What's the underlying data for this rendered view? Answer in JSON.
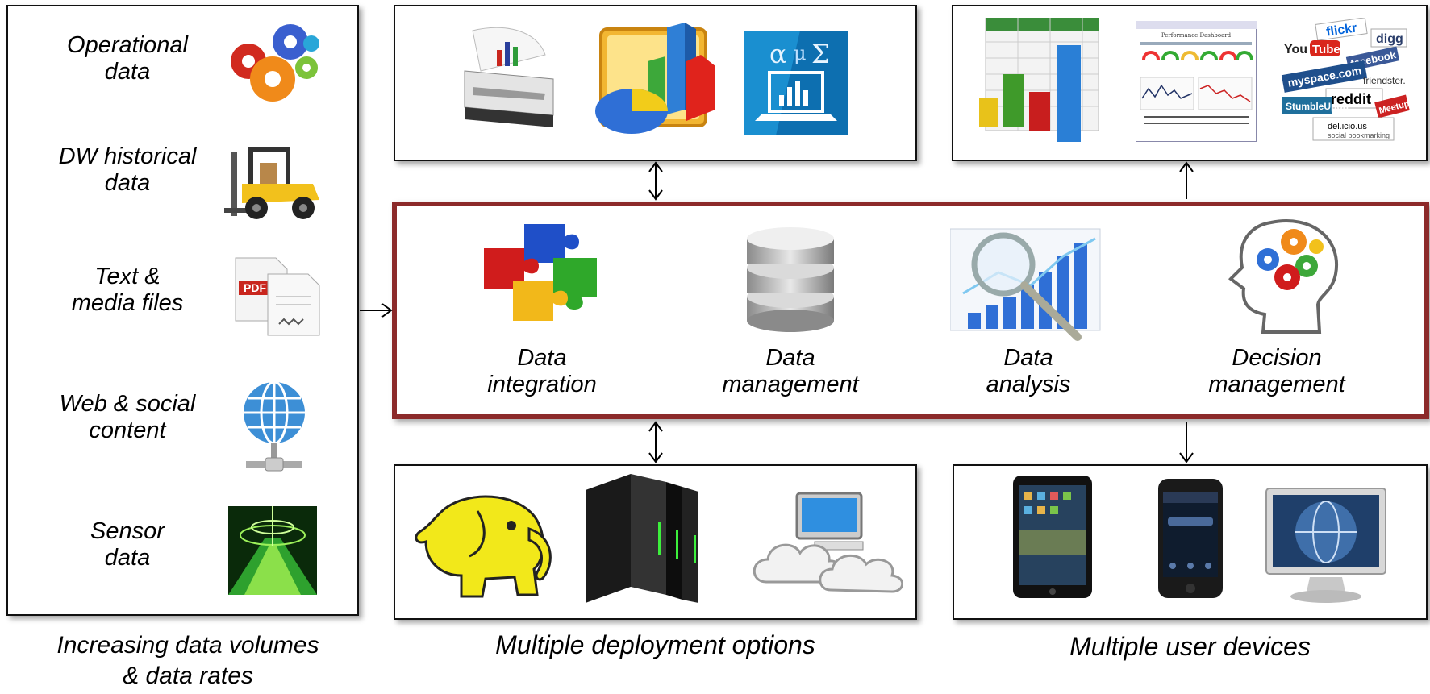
{
  "sources": [
    {
      "line1": "Operational",
      "line2": "data",
      "icon": "gears-icon"
    },
    {
      "line1": "DW historical",
      "line2": "data",
      "icon": "forklift-icon"
    },
    {
      "line1": "Text &",
      "line2": "media files",
      "icon": "pdf-document-icon"
    },
    {
      "line1": "Web & social",
      "line2": "content",
      "icon": "globe-network-icon"
    },
    {
      "line1": "Sensor",
      "line2": "data",
      "icon": "sensor-data-stream-icon"
    }
  ],
  "core_modules": [
    {
      "line1": "Data",
      "line2": "integration",
      "icon": "puzzle-icon"
    },
    {
      "line1": "Data",
      "line2": "management",
      "icon": "database-icon"
    },
    {
      "line1": "Data",
      "line2": "analysis",
      "icon": "magnifier-chart-icon"
    },
    {
      "line1": "Decision",
      "line2": "management",
      "icon": "brain-gears-icon"
    }
  ],
  "captions": {
    "sources_line1": "Increasing data volumes",
    "sources_line2": "& data rates",
    "deployment": "Multiple deployment options",
    "devices": "Multiple user devices"
  },
  "colors": {
    "core_border": "#8c2a2a",
    "box_border": "#111111"
  }
}
